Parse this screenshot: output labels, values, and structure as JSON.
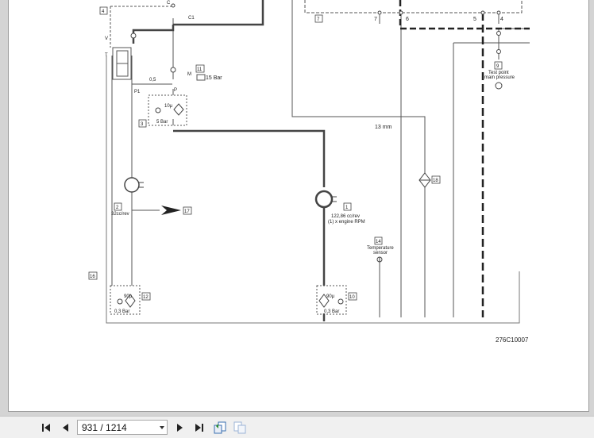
{
  "diagram": {
    "drawing_number": "276C10007",
    "labels": {
      "c": "C",
      "c1": "C1",
      "v": "V",
      "t": "T",
      "m": "M",
      "p": "P",
      "p1": "P1",
      "m15bar": "15 Bar",
      "orifice": "0,5",
      "filter10": "10μ",
      "bar5": "5 Bar",
      "flow2": "32cc/rev",
      "flow1_line1": "122,86 cc/rev",
      "flow1_line2": "(1) x engine RPM",
      "dim13": "13 mm",
      "temp_line1": "Temperature",
      "temp_line2": "sensor",
      "test_line1": "Test point",
      "test_line2": "main pressure",
      "filter90a": "90μ",
      "bar03a": "0,3 Bar",
      "filter90b": "90μ",
      "bar03b": "0,3 Bar",
      "num_7": "7",
      "num_6": "6",
      "num_5": "5",
      "num_4": "4"
    },
    "callouts": {
      "c1": "1",
      "c2": "2",
      "c3": "3",
      "c4": "4",
      "c7": "7",
      "c9": "9",
      "c10": "10",
      "c11": "11",
      "c12": "12",
      "c14": "14",
      "c16": "16",
      "c17": "17",
      "c18": "18"
    }
  },
  "toolbar": {
    "page_indicator": "931 / 1214",
    "icons": [
      "first-page-icon",
      "previous-page-icon",
      "next-page-icon",
      "last-page-icon",
      "go-back-icon",
      "go-forward-icon"
    ]
  }
}
